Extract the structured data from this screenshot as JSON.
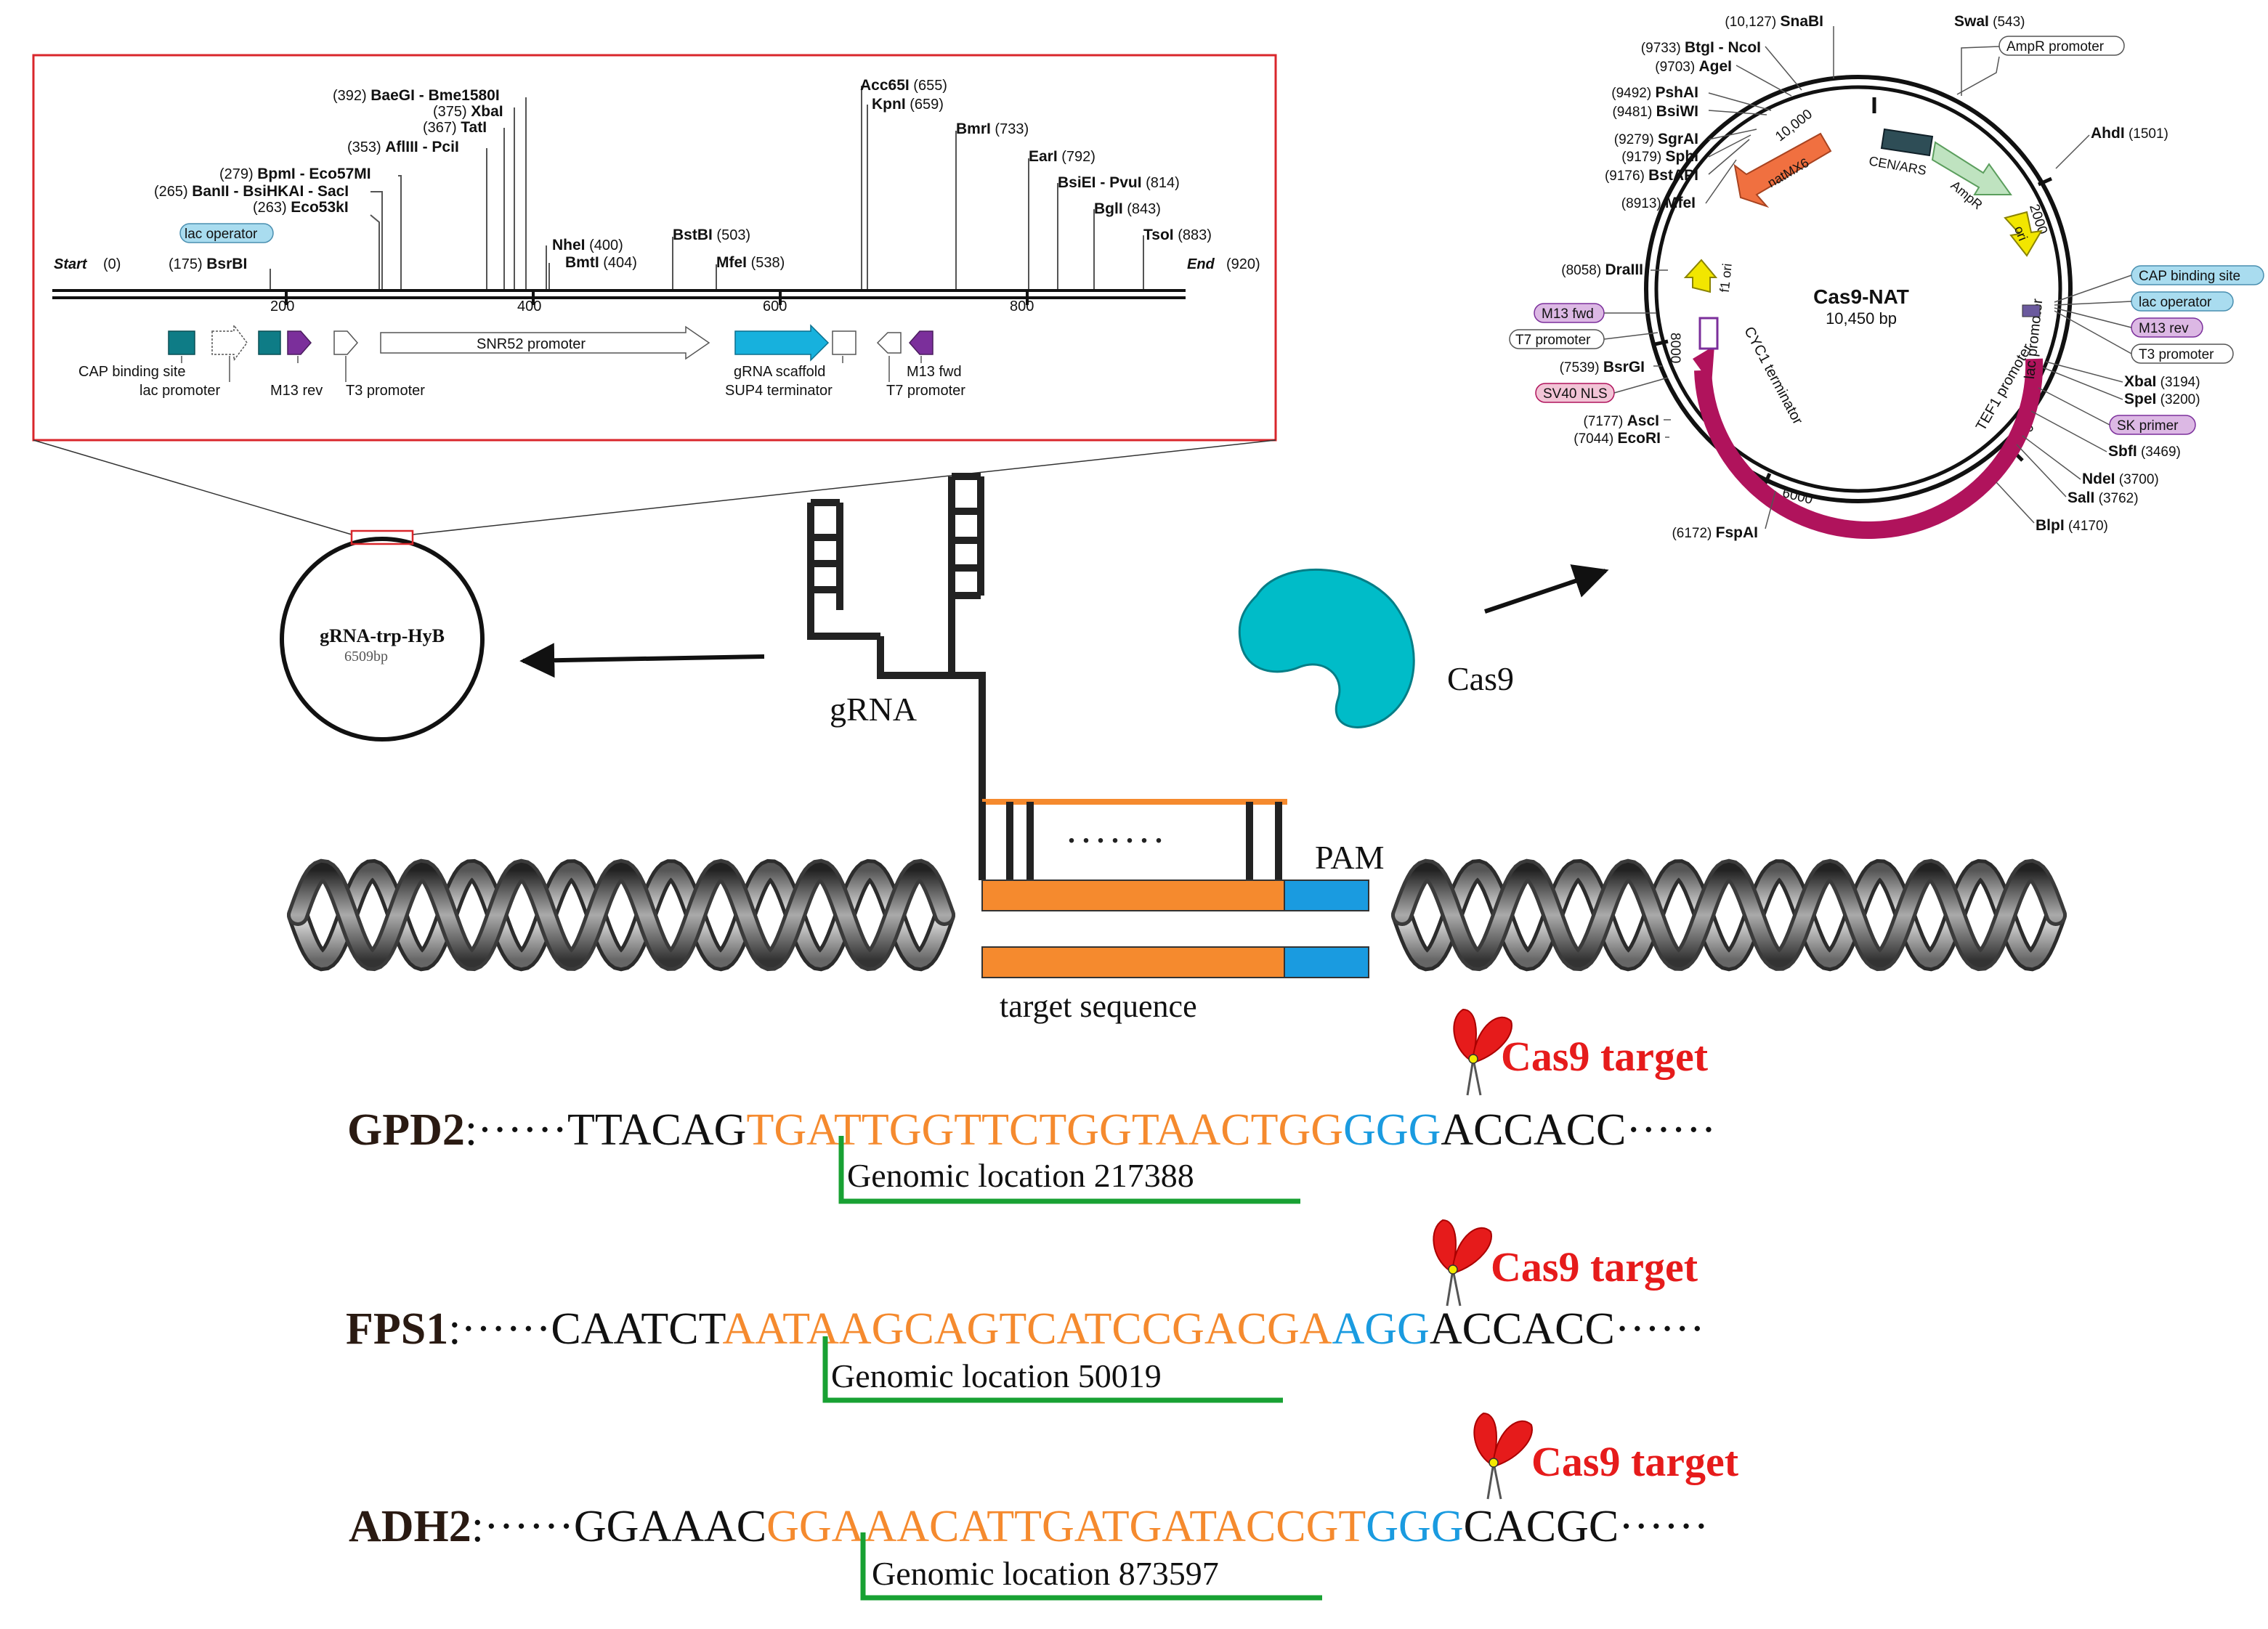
{
  "inset_map": {
    "start_label": "Start",
    "start_pos": "(0)",
    "end_label": "End",
    "end_pos": "(920)",
    "ticks": [
      "200",
      "400",
      "600",
      "800"
    ],
    "sites": [
      {
        "pos": "(175)",
        "name": "BsrBI"
      },
      {
        "pos": "(263)",
        "name": "Eco53kI"
      },
      {
        "pos": "(265)",
        "name": "BanII - BsiHKAI - SacI"
      },
      {
        "pos": "(279)",
        "name": "BpmI - Eco57MI"
      },
      {
        "pos": "(353)",
        "name": "AflIII - PciI"
      },
      {
        "pos": "(367)",
        "name": "TatI"
      },
      {
        "pos": "(375)",
        "name": "XbaI"
      },
      {
        "pos": "(392)",
        "name": "BaeGI - Bme1580I"
      },
      {
        "pos": "(400)",
        "name": "NheI"
      },
      {
        "pos": "(404)",
        "name": "BmtI"
      },
      {
        "pos": "(503)",
        "name": "BstBI"
      },
      {
        "pos": "(538)",
        "name": "MfeI"
      },
      {
        "pos": "(655)",
        "name": "Acc65I"
      },
      {
        "pos": "(659)",
        "name": "KpnI"
      },
      {
        "pos": "(733)",
        "name": "BmrI"
      },
      {
        "pos": "(792)",
        "name": "EarI"
      },
      {
        "pos": "(814)",
        "name": "BsiEI - PvuI"
      },
      {
        "pos": "(843)",
        "name": "BglI"
      },
      {
        "pos": "(883)",
        "name": "TsoI"
      }
    ],
    "lac_operator": "lac operator",
    "features": {
      "cap_site": "CAP binding site",
      "lac_promoter": "lac promoter",
      "m13_rev": "M13 rev",
      "t3_promoter": "T3 promoter",
      "snr52": "SNR52 promoter",
      "grna_scaffold": "gRNA scaffold",
      "sup4": "SUP4 terminator",
      "m13_fwd": "M13 fwd",
      "t7_promoter": "T7 promoter"
    }
  },
  "grna_plasmid": {
    "name": "gRNA-trp-HyB",
    "size": "6509bp"
  },
  "cas9_plasmid": {
    "name": "Cas9-NAT",
    "size": "10,450 bp",
    "ring_ticks": [
      "10,000",
      "2000",
      "4000",
      "6000",
      "8000"
    ],
    "features": {
      "natmx6": "natMX6",
      "cen_ars": "CEN/ARS",
      "ampr": "AmpR",
      "ori": "ori",
      "f1_ori": "f1 ori",
      "cyc1": "CYC1 terminator",
      "lac_promoter": "lac promoter",
      "tef1": "TEF1 promoter",
      "cas9": "Cas9"
    },
    "sites_left": [
      {
        "pos": "(10,127)",
        "name": "SnaBI"
      },
      {
        "pos": "(9733)",
        "name": "BtgI - NcoI"
      },
      {
        "pos": "(9703)",
        "name": "AgeI"
      },
      {
        "pos": "(9492)",
        "name": "PshAI"
      },
      {
        "pos": "(9481)",
        "name": "BsiWI"
      },
      {
        "pos": "(9279)",
        "name": "SgrAI"
      },
      {
        "pos": "(9179)",
        "name": "SphI"
      },
      {
        "pos": "(9176)",
        "name": "BstAPI"
      },
      {
        "pos": "(8913)",
        "name": "MfeI"
      },
      {
        "pos": "(8058)",
        "name": "DraIII"
      },
      {
        "pos": "(7539)",
        "name": "BsrGI"
      },
      {
        "pos": "(7177)",
        "name": "AscI"
      },
      {
        "pos": "(7044)",
        "name": "EcoRI"
      },
      {
        "pos": "(6172)",
        "name": "FspAI"
      }
    ],
    "sites_right": [
      {
        "name": "SwaI",
        "pos": "(543)"
      },
      {
        "name": "AhdI",
        "pos": "(1501)"
      },
      {
        "name": "XbaI",
        "pos": "(3194)"
      },
      {
        "name": "SpeI",
        "pos": "(3200)"
      },
      {
        "name": "SbfI",
        "pos": "(3469)"
      },
      {
        "name": "NdeI",
        "pos": "(3700)"
      },
      {
        "name": "SalI",
        "pos": "(3762)"
      },
      {
        "name": "BlpI",
        "pos": "(4170)"
      }
    ],
    "boxed_labels": {
      "ampr_promoter": "AmpR promoter",
      "cap_binding_site": "CAP binding site",
      "lac_operator": "lac operator",
      "m13_rev": "M13 rev",
      "t3_promoter": "T3 promoter",
      "sk_primer": "SK primer",
      "m13_fwd": "M13 fwd",
      "t7_promoter": "T7 promoter",
      "sv40_nls": "SV40 NLS"
    }
  },
  "labels": {
    "grna": "gRNA",
    "cas9": "Cas9",
    "pam": "PAM",
    "dots": ". . . . . . .",
    "target_sequence": "target sequence"
  },
  "genes": [
    {
      "name": "GPD2",
      "sep": ":",
      "dots": "······",
      "left": "TTACAG",
      "target": "TGATTGGTTCTGGTAACTGG",
      "pam": "GGG",
      "right": "ACCACC",
      "trail": "······",
      "cas9_target": "Cas9 target",
      "genomic_location": "Genomic location 217388"
    },
    {
      "name": "FPS1",
      "sep": ":",
      "dots": "······",
      "left": "CAATCT",
      "target": "AATAAGCAGTCATCCGACGA",
      "pam": "AGG",
      "right": "ACCACC",
      "trail": "······",
      "cas9_target": "Cas9 target",
      "genomic_location": "Genomic location 50019"
    },
    {
      "name": "ADH2",
      "sep": ":",
      "dots": "······",
      "left": "GGAAAC",
      "target": "GGAAACATTGATGATACCGT",
      "pam": "GGG",
      "right": "CACGC",
      "trail": "······",
      "cas9_target": "Cas9 target",
      "genomic_location": "Genomic location 873597"
    }
  ],
  "colors": {
    "orange": "#f58a2e",
    "blue": "#1a9be0",
    "red": "#e61b1b",
    "green": "#18a133",
    "teal": "#0ea5b5",
    "purple": "#7b2f9b",
    "magenta": "#b0135c"
  }
}
